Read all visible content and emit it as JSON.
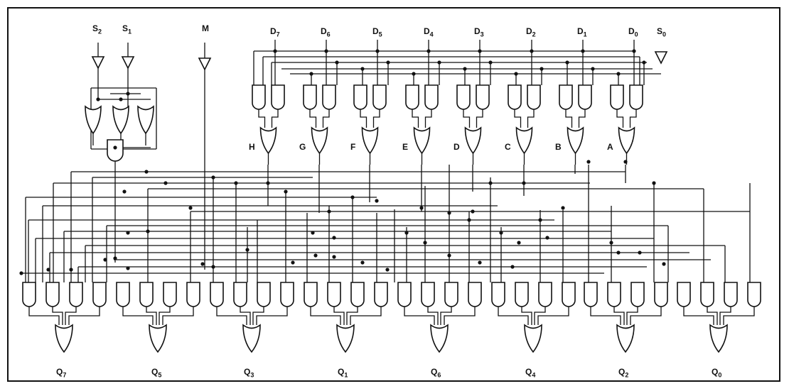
{
  "inputs": {
    "select": [
      {
        "base": "S",
        "sub": "2"
      },
      {
        "base": "S",
        "sub": "1"
      },
      {
        "base": "M",
        "sub": ""
      },
      {
        "base": "S",
        "sub": "0"
      }
    ],
    "data": [
      {
        "base": "D",
        "sub": "7"
      },
      {
        "base": "D",
        "sub": "6"
      },
      {
        "base": "D",
        "sub": "5"
      },
      {
        "base": "D",
        "sub": "4"
      },
      {
        "base": "D",
        "sub": "3"
      },
      {
        "base": "D",
        "sub": "2"
      },
      {
        "base": "D",
        "sub": "1"
      },
      {
        "base": "D",
        "sub": "0"
      }
    ]
  },
  "intermediate": [
    "H",
    "G",
    "F",
    "E",
    "D",
    "C",
    "B",
    "A"
  ],
  "outputs": [
    {
      "base": "Q",
      "sub": "7"
    },
    {
      "base": "Q",
      "sub": "5"
    },
    {
      "base": "Q",
      "sub": "3"
    },
    {
      "base": "Q",
      "sub": "1"
    },
    {
      "base": "Q",
      "sub": "6"
    },
    {
      "base": "Q",
      "sub": "4"
    },
    {
      "base": "Q",
      "sub": "2"
    },
    {
      "base": "Q",
      "sub": "0"
    }
  ]
}
